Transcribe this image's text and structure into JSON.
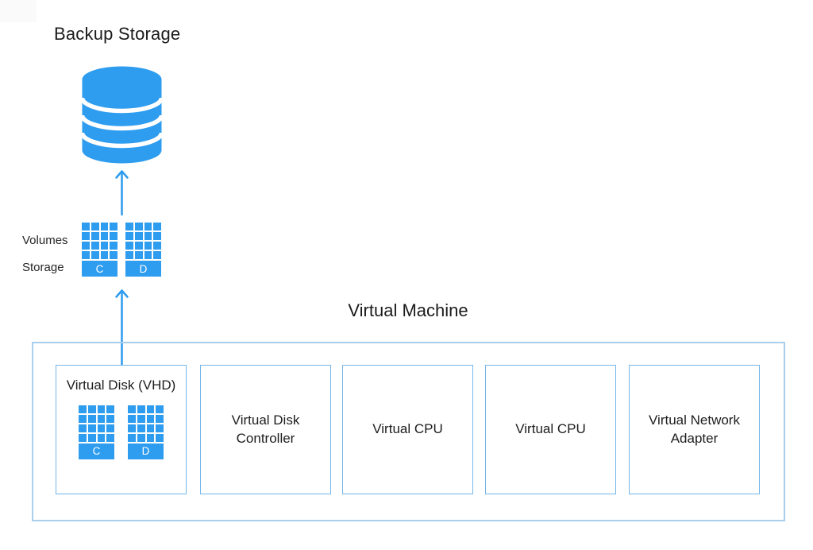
{
  "colors": {
    "primary_blue": "#2E9CEF",
    "outer_box_border": "#A9CFEC",
    "inner_box_border": "#74B6EA",
    "text_dark": "#1D1D1D"
  },
  "backup_storage": {
    "title": "Backup Storage",
    "icon": "database-icon"
  },
  "storage_volumes": {
    "labels": [
      "Volumes",
      "Storage"
    ],
    "disks": [
      {
        "label": "C"
      },
      {
        "label": "D"
      }
    ]
  },
  "virtual_machine": {
    "title": "Virtual Machine",
    "components": [
      {
        "title": "Virtual Disk (VHD)",
        "disks": [
          {
            "label": "C"
          },
          {
            "label": "D"
          }
        ]
      },
      {
        "title": "Virtual Disk Controller"
      },
      {
        "title": "Virtual CPU"
      },
      {
        "title": "Virtual CPU"
      },
      {
        "title": "Virtual Network Adapter"
      }
    ]
  },
  "connectors": [
    {
      "from": "storage-volumes",
      "to": "backup-storage",
      "direction": "up"
    },
    {
      "from": "virtual-disk-vhd",
      "to": "storage-volumes",
      "direction": "up"
    }
  ]
}
